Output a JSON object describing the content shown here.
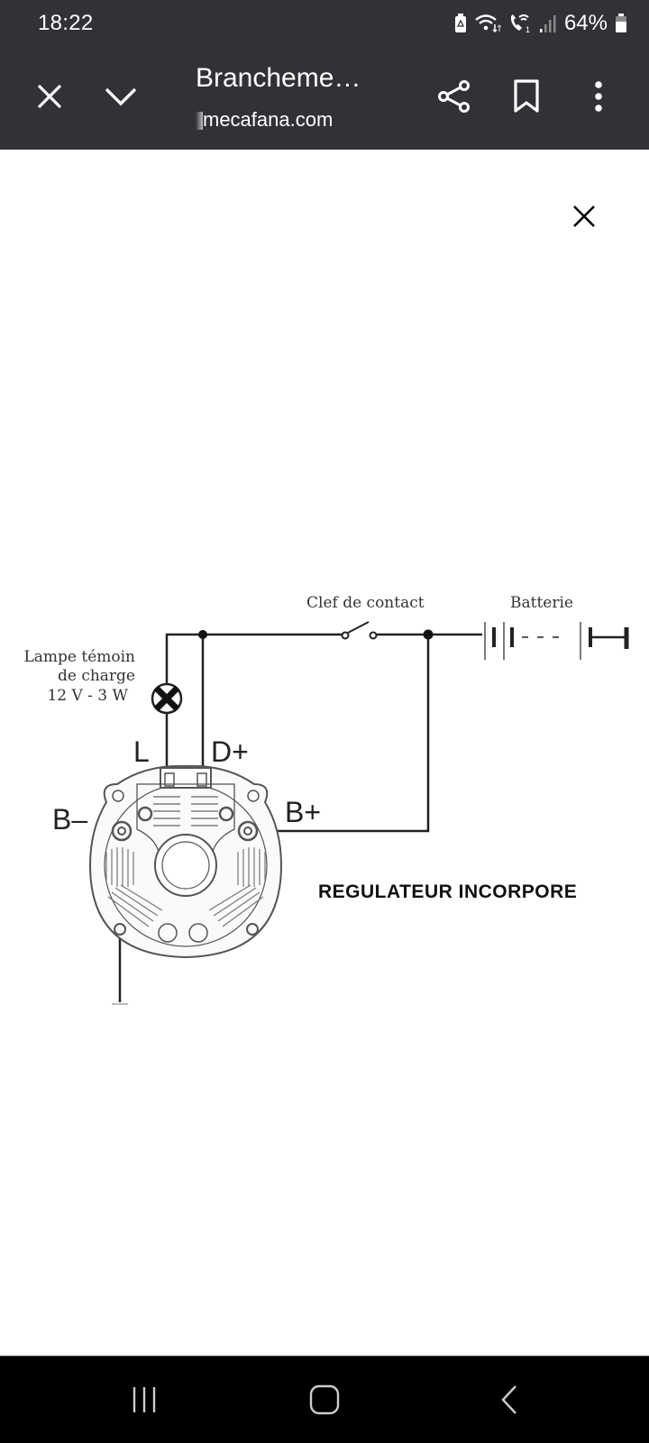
{
  "status_bar": {
    "time": "18:22",
    "battery_percent": "64%",
    "icons": [
      "battery-saver-icon",
      "wifi-icon",
      "wifi-calling-icon",
      "signal-icon",
      "battery-icon"
    ]
  },
  "toolbar": {
    "title": "Brancheme…",
    "url": "mecafana.com",
    "close_icon": "close-icon",
    "collapse_icon": "chevron-down-icon",
    "share_icon": "share-icon",
    "bookmark_icon": "bookmark-icon",
    "menu_icon": "more-vert-icon"
  },
  "image_viewer": {
    "close_icon": "close-icon"
  },
  "diagram": {
    "lamp_label_line1": "Lampe témoin",
    "lamp_label_line2": "de charge",
    "lamp_label_line3": "12 V - 3 W",
    "switch_label": "Clef de contact",
    "battery_label": "Batterie",
    "terminal_L": "L",
    "terminal_Dplus": "D+",
    "terminal_Bminus": "B–",
    "terminal_Bplus": "B+",
    "caption": "REGULATEUR INCORPORE"
  },
  "nav_bar": {
    "recents_icon": "recent-apps-icon",
    "home_icon": "home-icon",
    "back_icon": "back-icon"
  }
}
